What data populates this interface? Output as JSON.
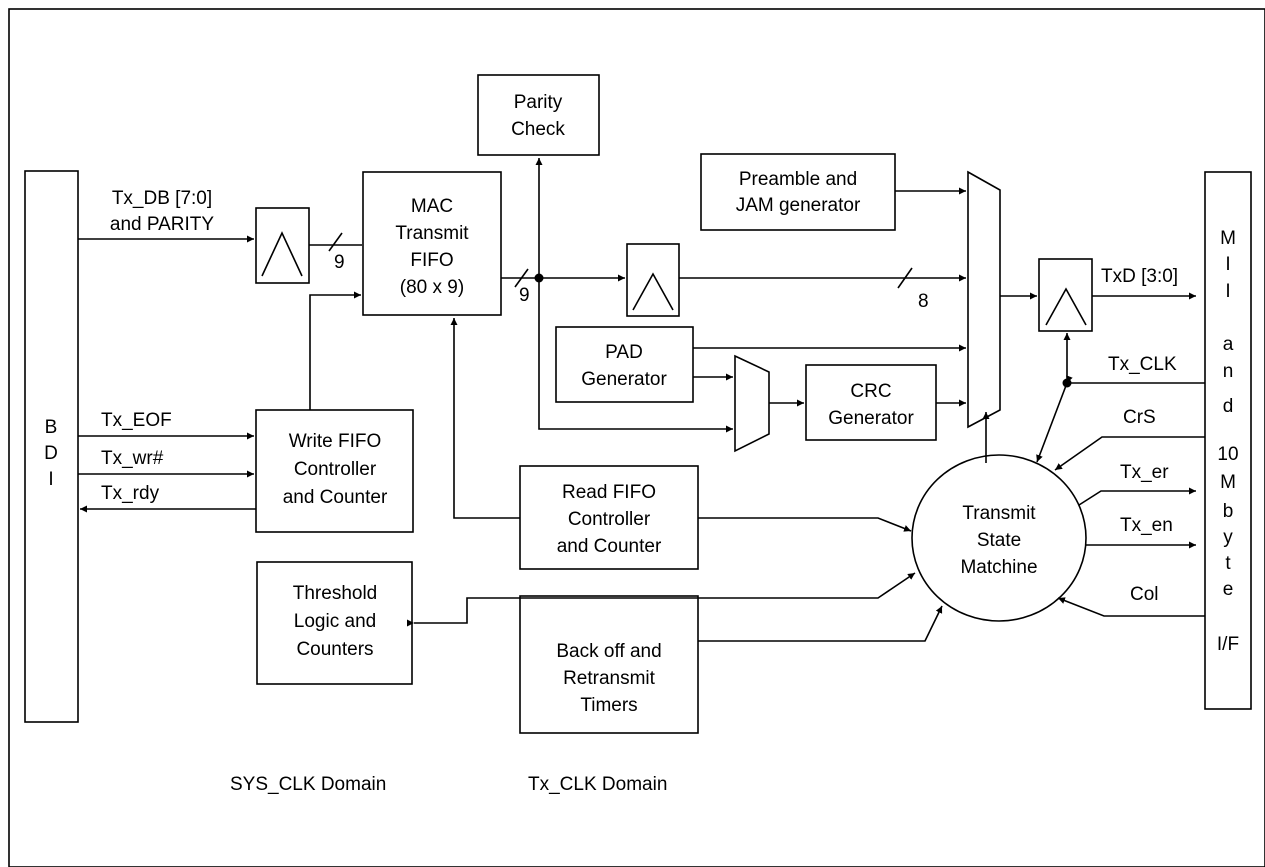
{
  "colors": {
    "stroke": "#000000",
    "background": "#ffffff"
  },
  "blocks": {
    "bdi": {
      "letters": [
        "B",
        "D",
        "I"
      ]
    },
    "mii": {
      "letters": [
        "M",
        "I",
        "I",
        "a",
        "n",
        "d",
        "10",
        "M",
        "b",
        "y",
        "t",
        "e",
        "I/F"
      ]
    },
    "parity_check": {
      "line1": "Parity",
      "line2": "Check"
    },
    "mac_fifo": {
      "line1": "MAC",
      "line2": "Transmit",
      "line3": "FIFO",
      "line4": "(80 x 9)"
    },
    "preamble": {
      "line1": "Preamble and",
      "line2": "JAM generator"
    },
    "pad": {
      "line1": "PAD",
      "line2": "Generator"
    },
    "crc": {
      "line1": "CRC",
      "line2": "Generator"
    },
    "write_fifo": {
      "line1": "Write FIFO",
      "line2": "Controller",
      "line3": "and Counter"
    },
    "read_fifo": {
      "line1": "Read FIFO",
      "line2": "Controller",
      "line3": "and Counter"
    },
    "threshold": {
      "line1": "Threshold",
      "line2": "Logic and",
      "line3": "Counters"
    },
    "backoff": {
      "line1": "Back off and",
      "line2": "Retransmit",
      "line3": "Timers"
    },
    "state_machine": {
      "line1": "Transmit",
      "line2": "State",
      "line3": "Matchine"
    }
  },
  "signals": {
    "tx_db": "Tx_DB [7:0]",
    "parity": "and PARITY",
    "bus9_in": "9",
    "bus9_out": "9",
    "bus8": "8",
    "txd": "TxD [3:0]",
    "tx_clk": "Tx_CLK",
    "crs": "CrS",
    "tx_er": "Tx_er",
    "tx_en": "Tx_en",
    "col": "Col",
    "tx_eof": "Tx_EOF",
    "tx_wr": "Tx_wr#",
    "tx_rdy": "Tx_rdy"
  },
  "domains": {
    "sys_clk": "SYS_CLK Domain",
    "tx_clk": "Tx_CLK Domain"
  }
}
